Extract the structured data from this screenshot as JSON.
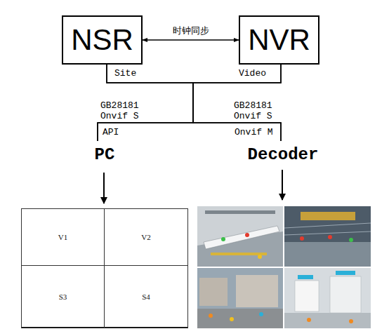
{
  "diagram": {
    "nodes": [
      {
        "text": [
          "NSR"
        ]
      },
      {
        "text": [
          "NVR"
        ]
      },
      {
        "text": [
          "PC"
        ]
      },
      {
        "text": [
          "Decoder"
        ]
      },
      {
        "text": [
          "V1"
        ]
      },
      {
        "text": [
          "V2"
        ]
      },
      {
        "text": [
          "S3"
        ]
      },
      {
        "text": [
          "S4"
        ]
      }
    ],
    "edges": [
      {
        "from": 0,
        "to": 1,
        "label": "时钟同步",
        "arrow": "both"
      },
      {
        "from": 0,
        "to": 2,
        "arrow": "none"
      },
      {
        "from": 0,
        "to": 3,
        "arrow": "none"
      },
      {
        "from": 1,
        "to": 2,
        "arrow": "none"
      },
      {
        "from": 1,
        "to": 3,
        "arrow": "none"
      }
    ],
    "labels": [
      "Site",
      "Video",
      "GB28181 Onvif S",
      "GB28181 Onvif S",
      "API",
      "Onvif M"
    ]
  }
}
